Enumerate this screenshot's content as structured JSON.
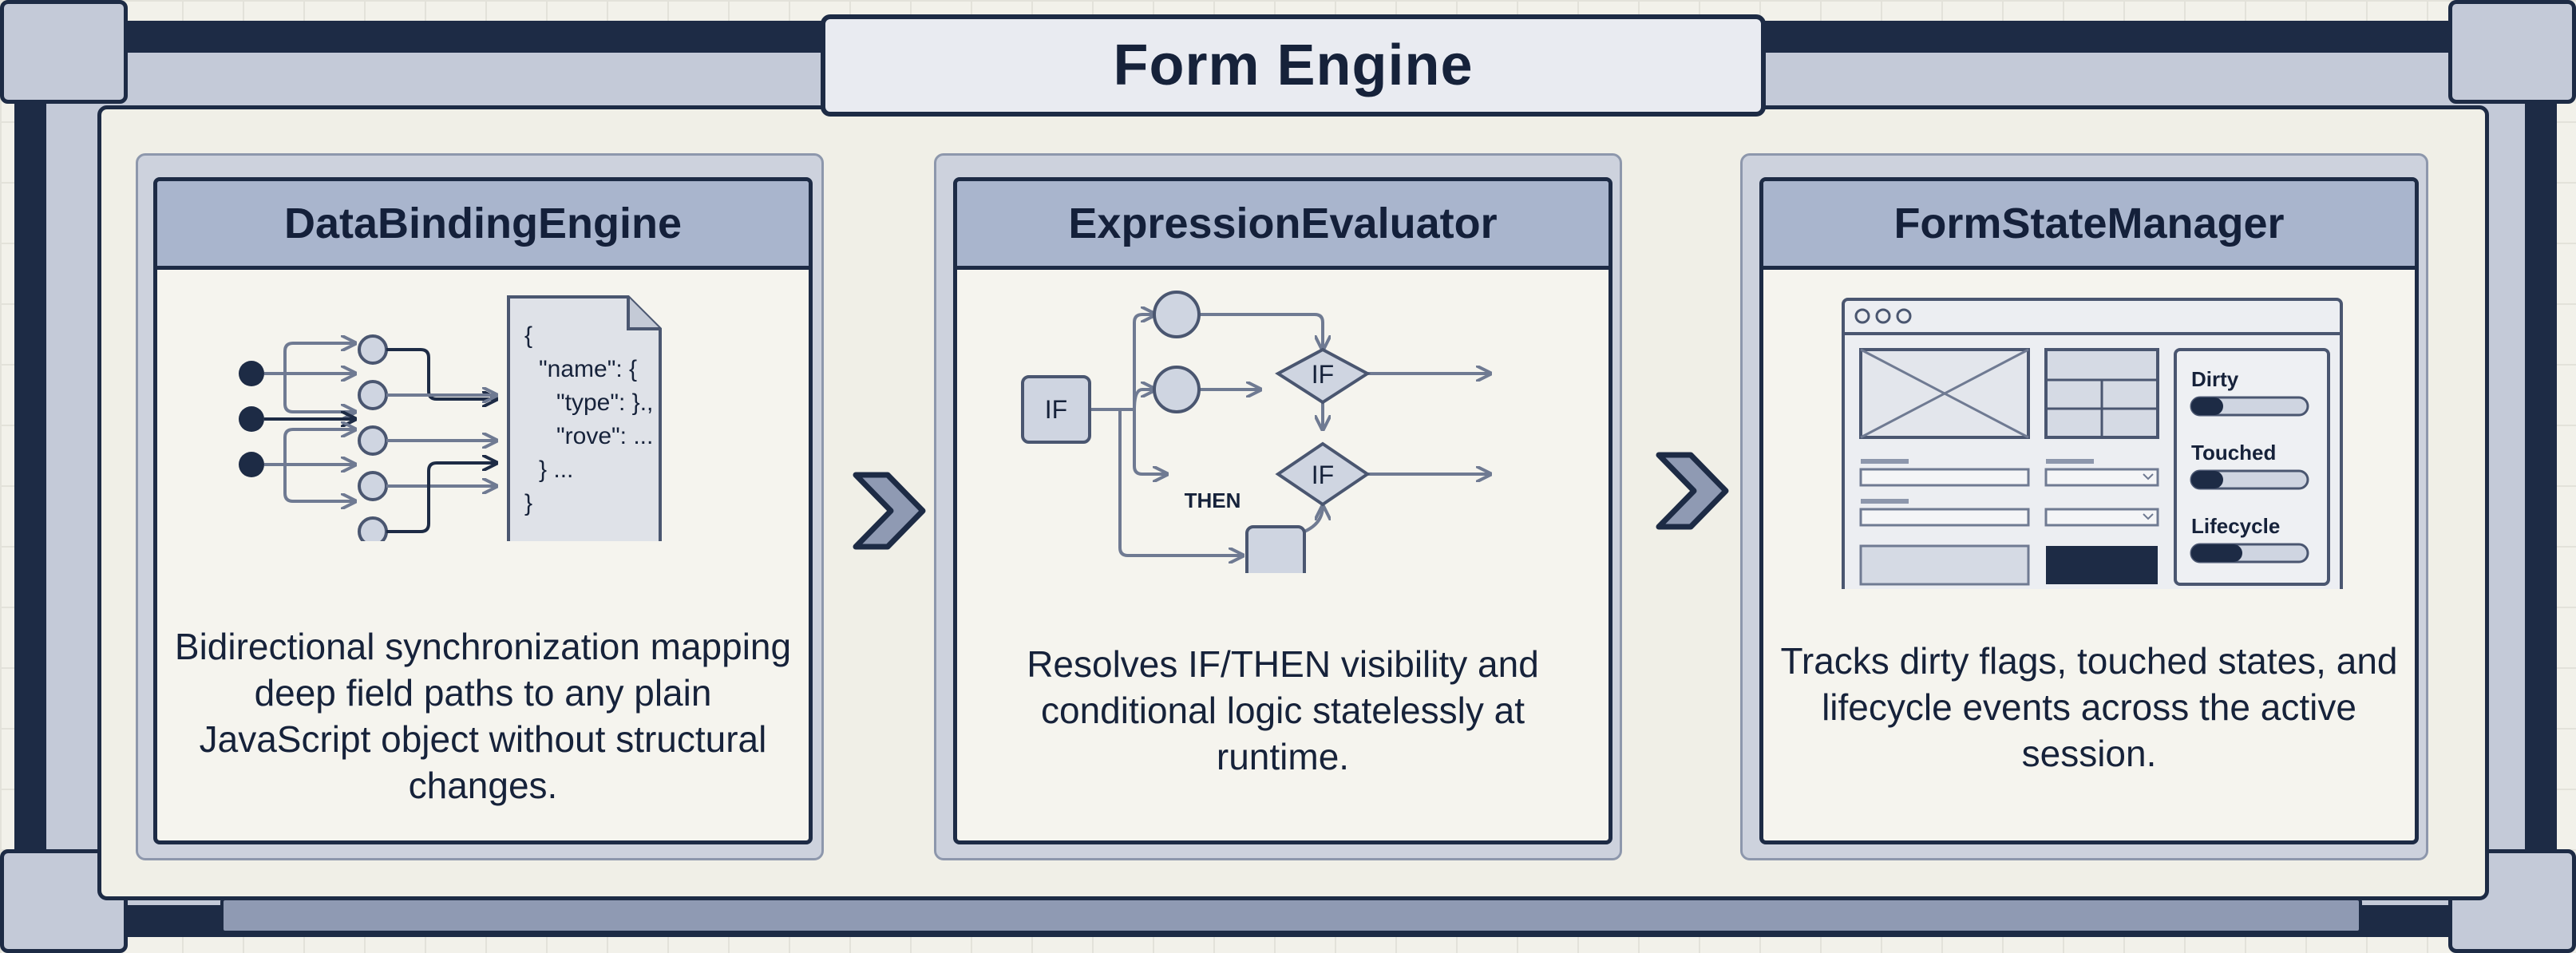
{
  "title": "Form Engine",
  "modules": [
    {
      "name": "DataBindingEngine",
      "description": "Bidirectional synchronization mapping deep field paths to any plain JavaScript object without structural changes.",
      "json_snippet": [
        "{",
        "\"name\": {",
        "\"type\": }.,",
        "\"rove\": ...",
        "} ...",
        "}"
      ]
    },
    {
      "name": "ExpressionEvaluator",
      "description": "Resolves IF/THEN visibility and conditional logic statelessly at runtime.",
      "flow_labels": {
        "start": "IF",
        "decision_1": "IF",
        "then": "THEN",
        "decision_2": "IF"
      }
    },
    {
      "name": "FormStateManager",
      "description": "Tracks dirty flags, touched states, and lifecycle events across the active session.",
      "state_labels": [
        "Dirty",
        "Touched",
        "Lifecycle"
      ],
      "window_dots": "ooo"
    }
  ],
  "colors": {
    "frame_navy": "#1d2b45",
    "header_blue": "#a9b5cd",
    "panel_bg": "#f5f4ee",
    "accent_slate": "#6f7a92"
  }
}
